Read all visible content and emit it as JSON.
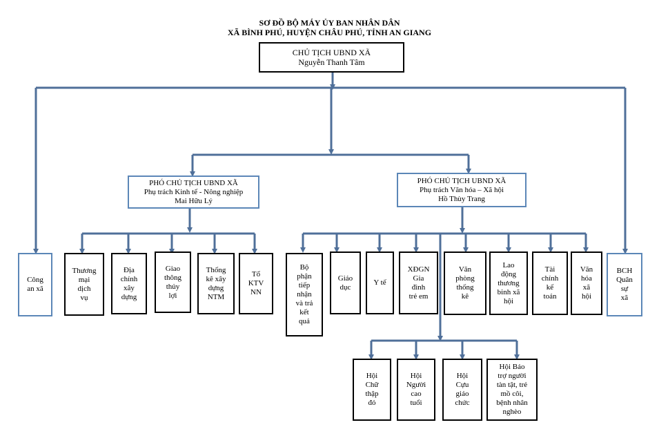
{
  "title_line1": "SƠ ĐỒ BỘ MÁY ỦY BAN NHÂN DÂN",
  "title_line2": "XÃ BÌNH PHÚ, HUYỆN CHÂU PHÚ, TỈNH AN GIANG",
  "colors": {
    "connector": "#4f6f99",
    "blue_border": "#5b86b7",
    "black_border": "#000000"
  },
  "chairman": {
    "role": "CHỦ TỊCH UBND XÃ",
    "name": "Nguyễn Thanh Tâm"
  },
  "vice_economic": {
    "role": "PHÓ CHỦ TỊCH UBND XÃ",
    "duty": "Phụ trách Kinh tế - Nông nghiệp",
    "name": "Mai Hữu Lý"
  },
  "vice_culture": {
    "role": "PHÓ CHỦ TỊCH UBND XÃ",
    "duty": "Phụ trách Văn hóa – Xã hội",
    "name": "Hồ Thùy Trang"
  },
  "police": "Công\nan xã",
  "military": "BCH\nQuân\nsự\nxã",
  "economic_units": [
    "Thương\nmại\ndịch\nvụ",
    "Địa\nchính\nxây\ndựng",
    "Giao\nthông\nthủy\nlợi",
    "Thống\nkê xây\ndựng\nNTM",
    "Tổ\nKTV\nNN"
  ],
  "culture_units": [
    "Bộ\nphận\ntiếp\nnhận\nvà trả\nkết\nquả",
    "Giáo\ndục",
    "Y tế",
    "XĐGN\nGia\nđình\ntrẻ em",
    "Văn\nphòng\nthống\nkê",
    "Lao\nđộng\nthương\nbinh xã\nhội",
    "Tài\nchính\nkế\ntoán",
    "Văn\nhóa\nxã\nhội"
  ],
  "associations": [
    "Hội\nChữ\nthập\nđỏ",
    "Hội\nNgười\ncao\ntuổi",
    "Hội\nCựu\ngiáo\nchức",
    "Hội Bảo\ntrợ người\ntàn tật, trẻ\nmồ côi,\nbệnh nhân\nnghèo"
  ]
}
